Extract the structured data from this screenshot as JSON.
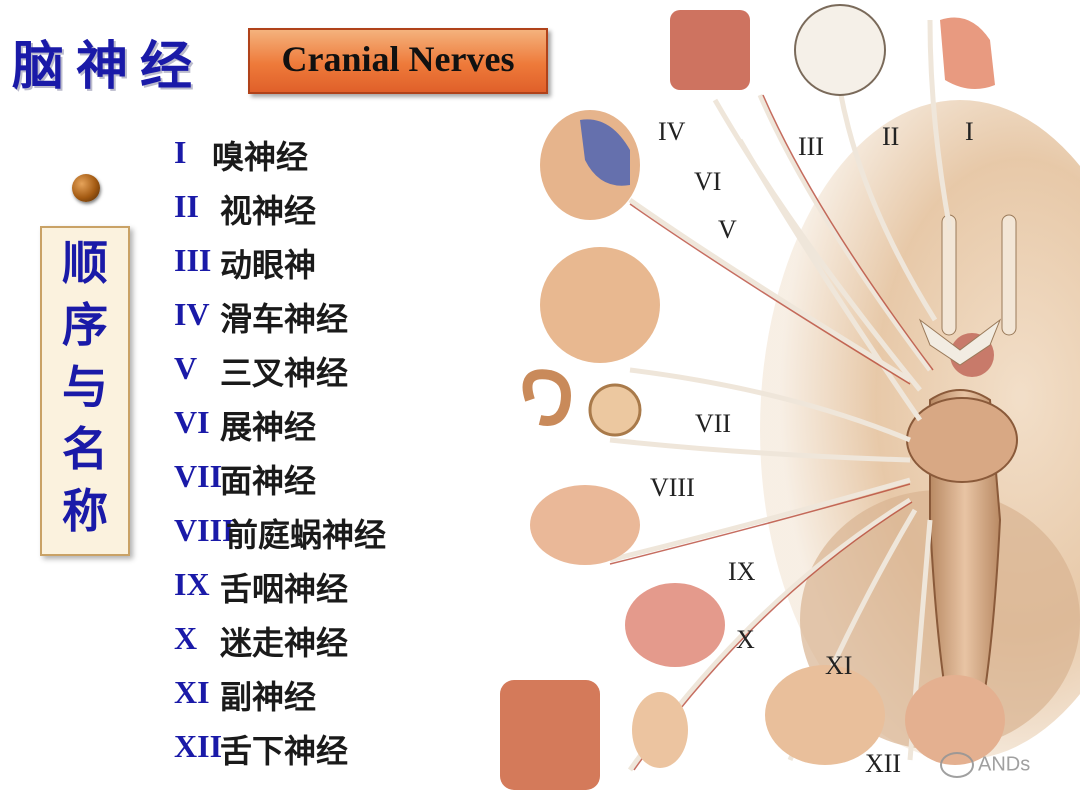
{
  "header": {
    "title_cn": "脑神经",
    "title_en": "Cranial Nerves"
  },
  "sidebar": {
    "label": "顺序与名称",
    "chars": [
      "顺",
      "序",
      "与",
      "名",
      "称"
    ]
  },
  "nerves": [
    {
      "num": "I",
      "name": "嗅神经"
    },
    {
      "num": "II",
      "name": "视神经"
    },
    {
      "num": "III",
      "name": "动眼神"
    },
    {
      "num": "IV",
      "name": "滑车神经"
    },
    {
      "num": "V",
      "name": "三叉神经"
    },
    {
      "num": "VI",
      "name": "展神经"
    },
    {
      "num": "VII",
      "name": "面神经"
    },
    {
      "num": "VIII",
      "name": "前庭蜗神经"
    },
    {
      "num": "IX",
      "name": "舌咽神经"
    },
    {
      "num": "X",
      "name": "迷走神经"
    },
    {
      "num": "XI",
      "name": "副神经"
    },
    {
      "num": "XII",
      "name": "舌下神经"
    }
  ],
  "diagram_labels": {
    "I": "I",
    "II": "II",
    "III": "III",
    "IV": "IV",
    "V": "V",
    "VI": "VI",
    "VII": "VII",
    "VIII": "VIII",
    "IX": "IX",
    "X": "X",
    "XI": "XI",
    "XII": "XII"
  },
  "watermark": "ANDs",
  "colors": {
    "title_blue": "#1a1aa8",
    "banner_orange": "#ee7a3a",
    "sidebar_bg": "#fbf2de",
    "brain_tan": "#e8c9a8",
    "nerve_white": "#f5f1ea"
  }
}
